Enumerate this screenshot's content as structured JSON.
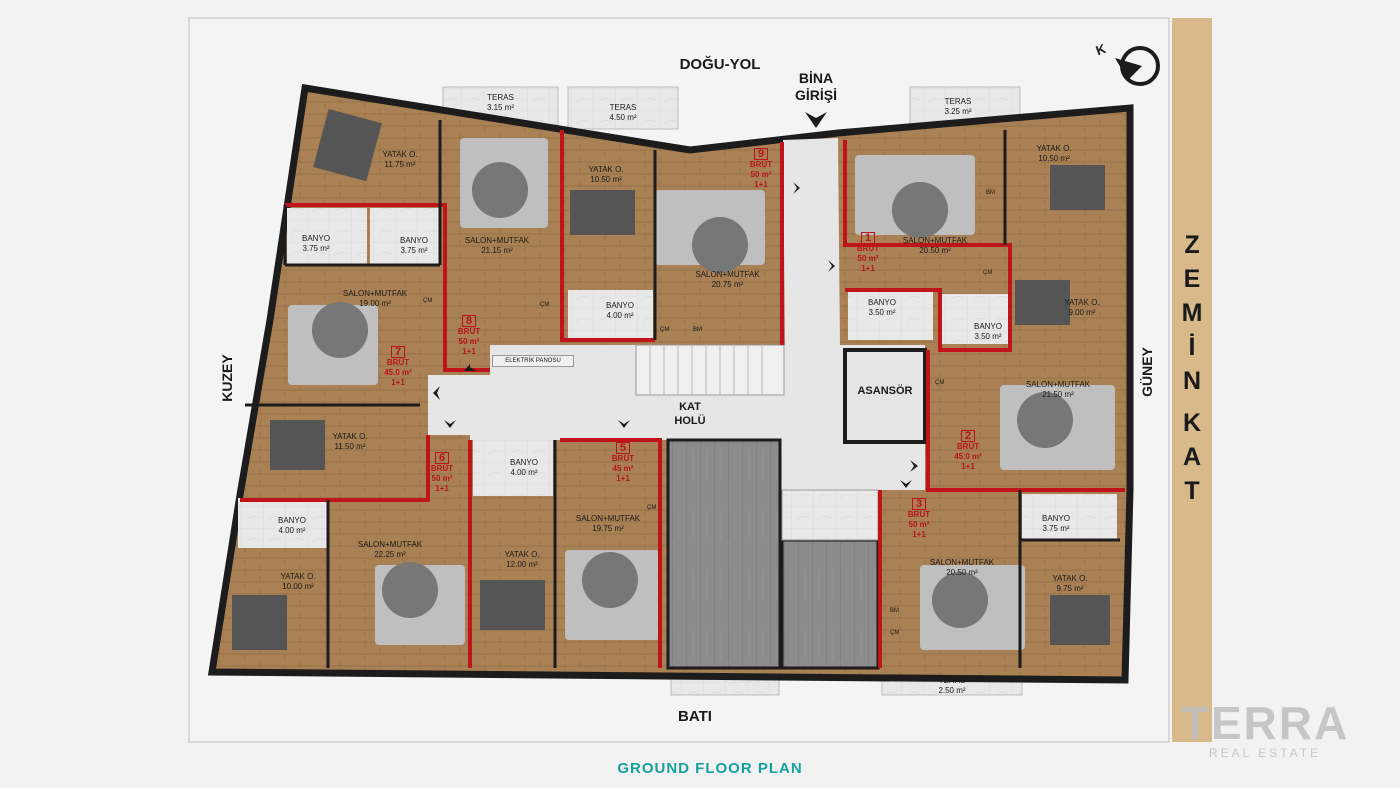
{
  "directions": {
    "north": "DOĞU-YOL",
    "west": "KUZEY",
    "south": "BATI",
    "east": "GÜNEY"
  },
  "entrance": {
    "line1": "BİNA",
    "line2": "GİRİŞİ"
  },
  "side_label": [
    "Z",
    "E",
    "M",
    "İ",
    "N",
    "K",
    "A",
    "T"
  ],
  "plan_title": "GROUND FLOOR PLAN",
  "brand": {
    "name": "TERRA",
    "tagline": "REAL ESTATE"
  },
  "compass": {
    "north_letter": "K"
  },
  "hall": {
    "line1": "KAT",
    "line2": "HOLÜ"
  },
  "asansor": "ASANSÖR",
  "panel": "ELEKTRİK PANOSU",
  "terraces": [
    {
      "name": "TERAS",
      "area": "3.15 m²"
    },
    {
      "name": "TERAS",
      "area": "4.50 m²"
    },
    {
      "name": "TERAS",
      "area": "3.25 m²"
    },
    {
      "name": "TERAS",
      "area": "2.50 m²"
    }
  ],
  "rooms": [
    {
      "name": "YATAK O.",
      "area": "11.75 m²"
    },
    {
      "name": "BANYO",
      "area": "3.75 m²"
    },
    {
      "name": "BANYO",
      "area": "3.75 m²"
    },
    {
      "name": "SALON+MUTFAK",
      "area": "21.15 m²"
    },
    {
      "name": "SALON+MUTFAK",
      "area": "19.00 m²"
    },
    {
      "name": "YATAK O.",
      "area": "10.50 m²"
    },
    {
      "name": "BANYO",
      "area": "4.00 m²"
    },
    {
      "name": "SALON+MUTFAK",
      "area": "20.75 m²"
    },
    {
      "name": "SALON+MUTFAK",
      "area": "20.50 m²"
    },
    {
      "name": "YATAK O.",
      "area": "10.50 m²"
    },
    {
      "name": "BANYO",
      "area": "3.50 m²"
    },
    {
      "name": "BANYO",
      "area": "3.50 m²"
    },
    {
      "name": "YATAK O.",
      "area": "9.00 m²"
    },
    {
      "name": "SALON+MUTFAK",
      "area": "21.50 m²"
    },
    {
      "name": "YATAK O.",
      "area": "11.50 m²"
    },
    {
      "name": "BANYO",
      "area": "4.00 m²"
    },
    {
      "name": "SALON+MUTFAK",
      "area": "19.75 m²"
    },
    {
      "name": "BANYO",
      "area": "4.00 m²"
    },
    {
      "name": "SALON+MUTFAK",
      "area": "22.25 m²"
    },
    {
      "name": "YATAK O.",
      "area": "10.00 m²"
    },
    {
      "name": "YATAK O.",
      "area": "12.00 m²"
    },
    {
      "name": "SALON+MUTFAK",
      "area": "20.50 m²"
    },
    {
      "name": "BANYO",
      "area": "3.75 m²"
    },
    {
      "name": "YATAK O.",
      "area": "9.75 m²"
    }
  ],
  "units": [
    {
      "no": "1",
      "brut": "BRÜT",
      "area": "50 m²",
      "type": "1+1"
    },
    {
      "no": "2",
      "brut": "BRÜT",
      "area": "45.0 m²",
      "type": "1+1"
    },
    {
      "no": "3",
      "brut": "BRÜT",
      "area": "50 m²",
      "type": "1+1"
    },
    {
      "no": "5",
      "brut": "BRÜT",
      "area": "45 m²",
      "type": "1+1"
    },
    {
      "no": "6",
      "brut": "BRÜT",
      "area": "50 m²",
      "type": "1+1"
    },
    {
      "no": "7",
      "brut": "BRÜT",
      "area": "45.0 m²",
      "type": "1+1"
    },
    {
      "no": "8",
      "brut": "BRÜT",
      "area": "50 m²",
      "type": "1+1"
    },
    {
      "no": "9",
      "brut": "BRÜT",
      "area": "50 m²",
      "type": "1+1"
    }
  ],
  "appliances": {
    "cm": "ÇM",
    "bm": "BM"
  },
  "colors": {
    "wood": "#a67c52",
    "wall": "#1c1c1c",
    "unit_border": "#c0141b",
    "hall": "#e4e4e4",
    "teal": "#16a0a0",
    "side_strip": "#d8b98a"
  }
}
